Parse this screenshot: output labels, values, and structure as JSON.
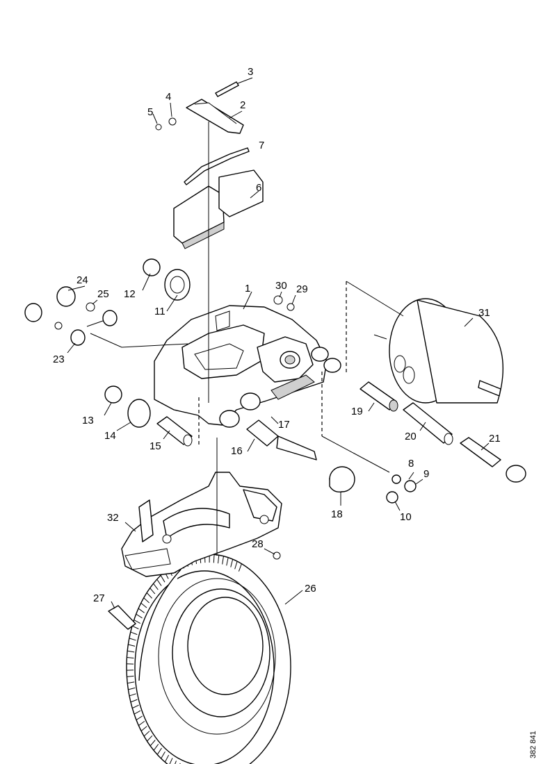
{
  "diagram": {
    "drawing_number": "382 841",
    "callouts": [
      "1",
      "2",
      "3",
      "4",
      "5",
      "6",
      "7",
      "8",
      "9",
      "10",
      "11",
      "12",
      "13",
      "14",
      "15",
      "16",
      "17",
      "18",
      "19",
      "20",
      "21",
      "23",
      "24",
      "25",
      "26",
      "27",
      "28",
      "29",
      "30",
      "31",
      "32"
    ]
  }
}
